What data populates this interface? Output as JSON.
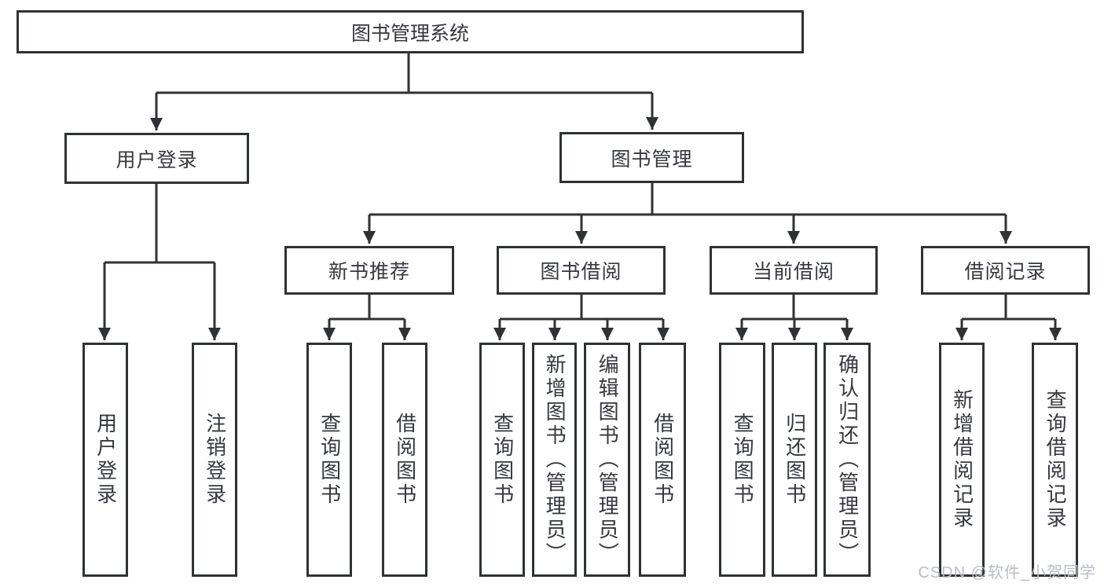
{
  "diagram": {
    "root": {
      "label": "图书管理系统"
    },
    "children": [
      {
        "label": "用户登录",
        "children": [
          {
            "label": "用户登录"
          },
          {
            "label": "注销登录"
          }
        ]
      },
      {
        "label": "图书管理",
        "children": [
          {
            "label": "新书推荐",
            "children": [
              {
                "label": "查询图书"
              },
              {
                "label": "借阅图书"
              }
            ]
          },
          {
            "label": "图书借阅",
            "children": [
              {
                "label": "查询图书"
              },
              {
                "label": "新增图书（管理员）"
              },
              {
                "label": "编辑图书（管理员）"
              },
              {
                "label": "借阅图书"
              }
            ]
          },
          {
            "label": "当前借阅",
            "children": [
              {
                "label": "查询图书"
              },
              {
                "label": "归还图书"
              },
              {
                "label": "确认归还（管理员）"
              }
            ]
          },
          {
            "label": "借阅记录",
            "children": [
              {
                "label": "新增借阅记录"
              },
              {
                "label": "查询借阅记录"
              }
            ]
          }
        ]
      }
    ]
  },
  "watermark": {
    "text": "CSDN @软件_小贺同学"
  },
  "colors": {
    "line": "#323232",
    "border": "#2f3235",
    "text": "#35383d",
    "watermark": "#b9bdc4"
  }
}
